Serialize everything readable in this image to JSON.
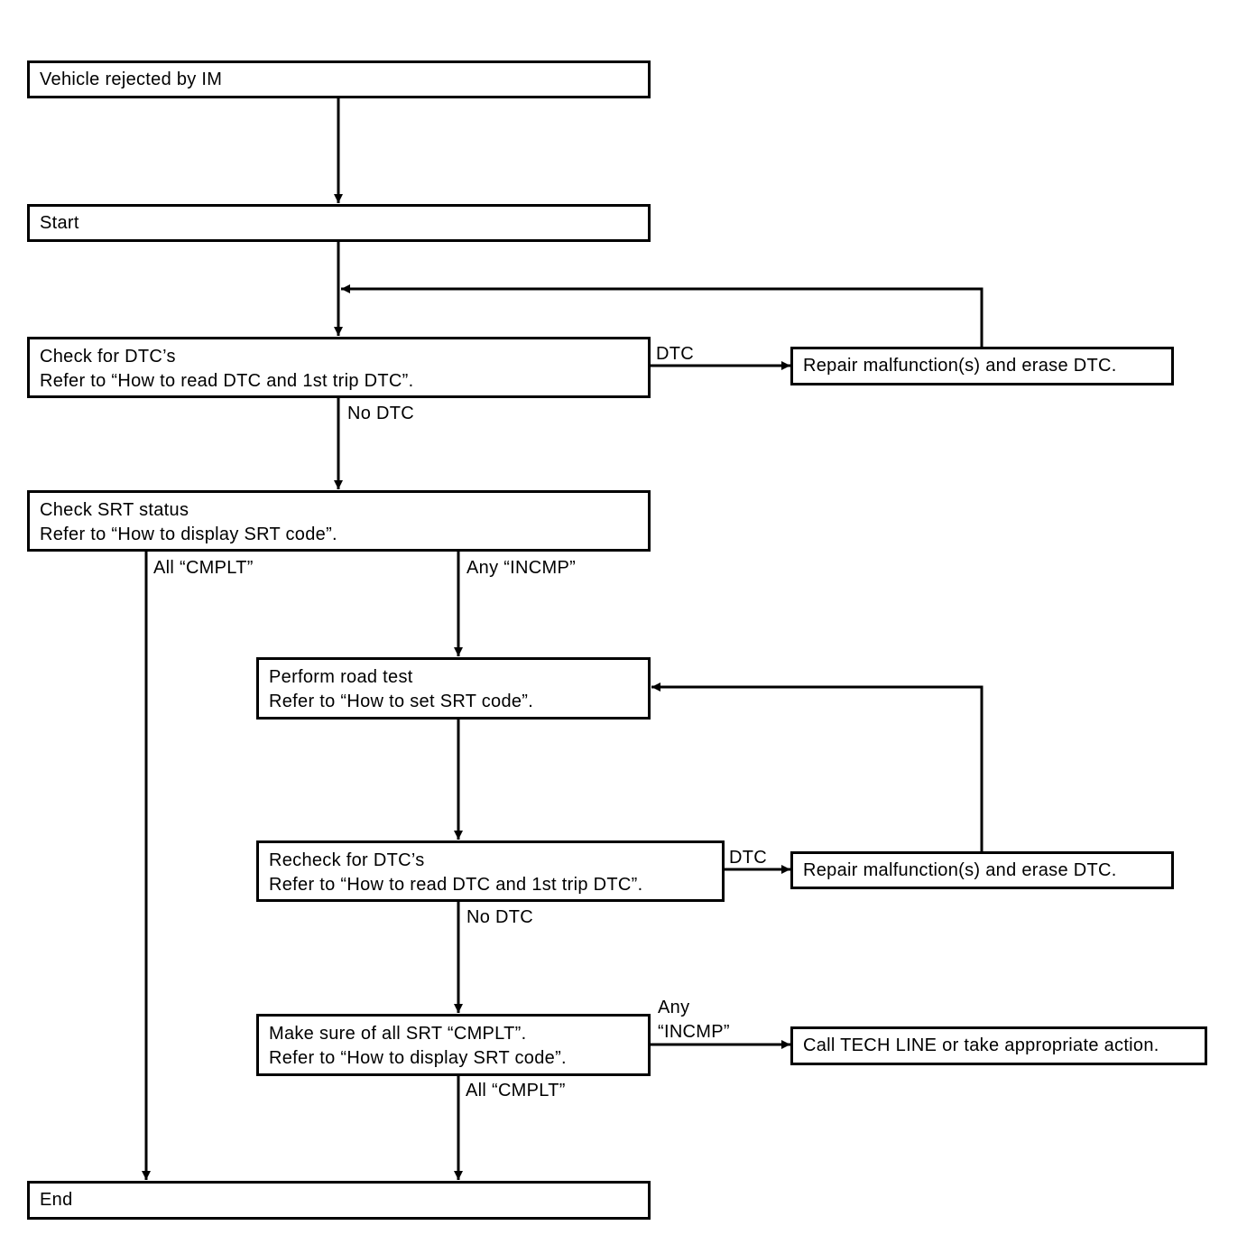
{
  "nodes": {
    "vehicle_rejected": "Vehicle rejected by IM",
    "start": "Start",
    "check_dtc": [
      "Check for DTC’s",
      "Refer to “How to read DTC and 1st trip DTC”."
    ],
    "repair_1": "Repair malfunction(s) and erase DTC.",
    "check_srt": [
      "Check SRT status",
      "Refer to “How to display SRT code”."
    ],
    "road_test": [
      "Perform road test",
      "Refer to “How to set SRT code”."
    ],
    "recheck_dtc": [
      "Recheck for DTC’s",
      "Refer to “How to read DTC and 1st trip DTC”."
    ],
    "repair_2": "Repair malfunction(s) and erase DTC.",
    "make_sure": [
      "Make sure of all SRT “CMPLT”.",
      "Refer to “How to display SRT code”."
    ],
    "call_tech": "Call TECH LINE or take appropriate action.",
    "end": "End"
  },
  "edge_labels": {
    "dtc_1": "DTC",
    "no_dtc_1": "No DTC",
    "all_cmplt_1": "All “CMPLT”",
    "any_incmp_1": "Any “INCMP”",
    "dtc_2": "DTC",
    "no_dtc_2": "No DTC",
    "any_incmp_2": [
      "Any",
      "“INCMP”"
    ],
    "all_cmplt_2": "All “CMPLT”"
  }
}
